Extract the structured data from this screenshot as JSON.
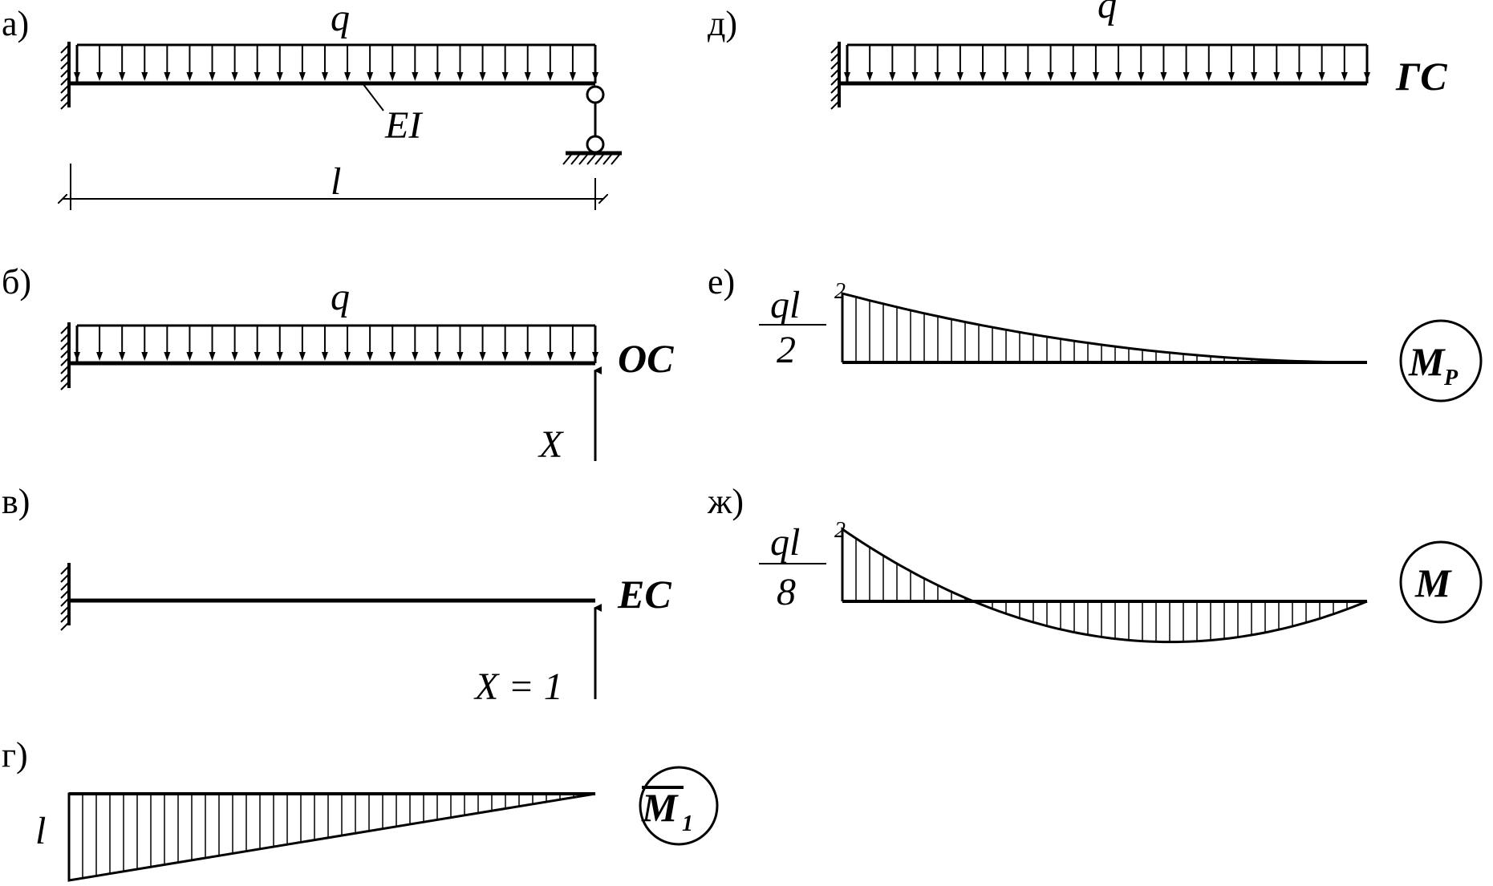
{
  "panels": {
    "a": {
      "label": "а)",
      "load": "q",
      "stiffness": "EI",
      "span": "l"
    },
    "b": {
      "label": "б)",
      "load": "q",
      "system": "ОС",
      "force": "X"
    },
    "v": {
      "label": "в)",
      "system": "ЕС",
      "force": "X = 1"
    },
    "g": {
      "label": "г)",
      "value": "l",
      "diagram_main": "M",
      "diagram_sub": "1"
    },
    "d": {
      "label": "д)",
      "load": "q",
      "system": "ГС"
    },
    "e": {
      "label": "е)",
      "num": "ql",
      "exp": "2",
      "den": "2",
      "diagram_main": "M",
      "diagram_sub": "P"
    },
    "zh": {
      "label": "ж)",
      "num": "ql",
      "exp": "2",
      "den": "8",
      "diagram_main": "M"
    }
  }
}
